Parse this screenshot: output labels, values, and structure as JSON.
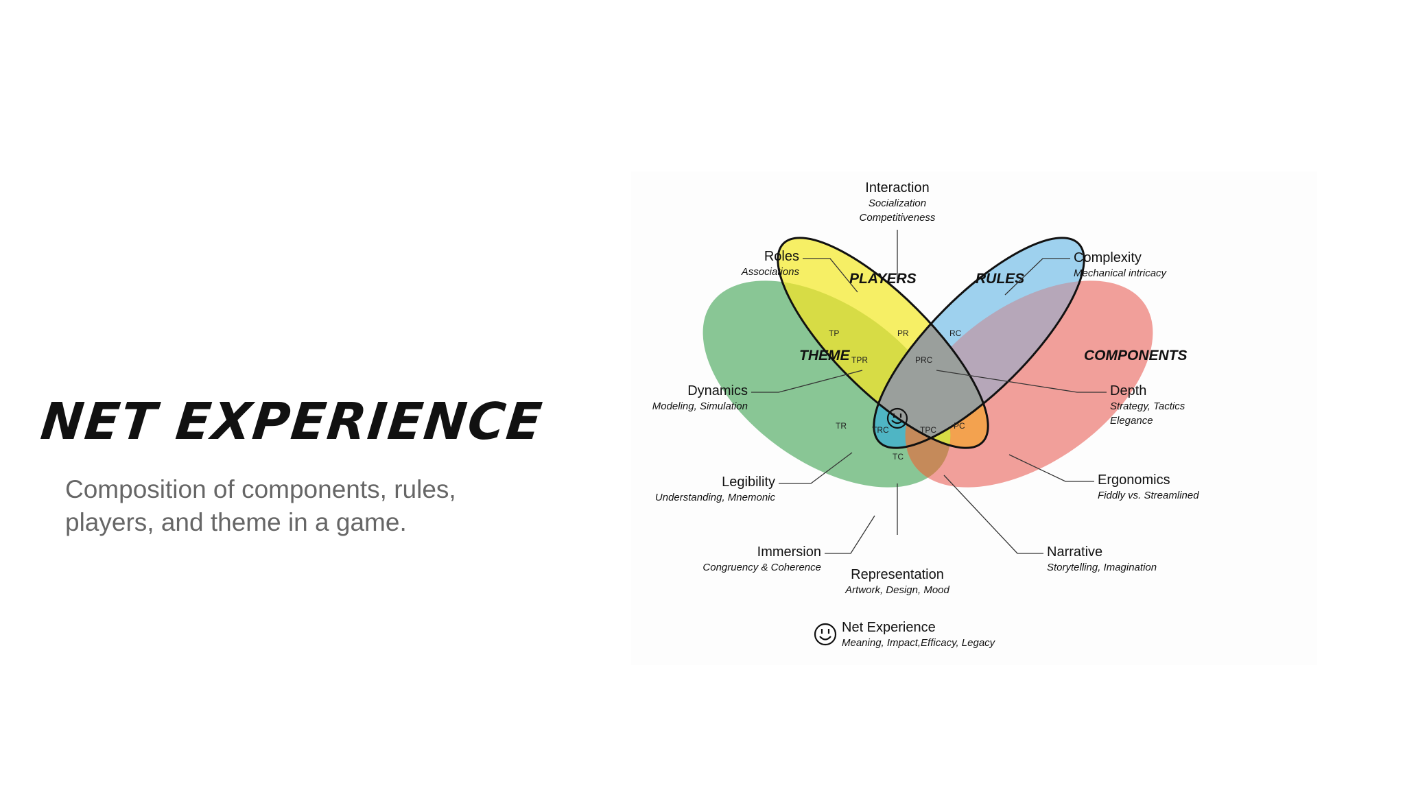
{
  "slide": {
    "title": "NET EXPERIENCE",
    "subtitle": "Composition of components, rules, players, and theme in a game."
  },
  "diagram": {
    "sets": [
      {
        "label": "THEME",
        "color": "#7cc08a"
      },
      {
        "label": "PLAYERS",
        "color": "#f5ec4a"
      },
      {
        "label": "RULES",
        "color": "#86c6ea"
      },
      {
        "label": "COMPONENTS",
        "color": "#ef8e88"
      }
    ],
    "regions": {
      "tp": "TP",
      "pr": "PR",
      "rc": "RC",
      "tpr": "TPR",
      "prc": "PRC",
      "tr": "TR",
      "pc": "PC",
      "trc": "TRC",
      "tpc": "TPC",
      "tc": "TC"
    },
    "callouts": {
      "interaction": {
        "title": "Interaction",
        "sub1": "Socialization",
        "sub2": "Competitiveness"
      },
      "roles": {
        "title": "Roles",
        "sub": "Associations"
      },
      "complexity": {
        "title": "Complexity",
        "sub": "Mechanical intricacy"
      },
      "dynamics": {
        "title": "Dynamics",
        "sub": "Modeling, Simulation"
      },
      "depth": {
        "title": "Depth",
        "sub1": "Strategy, Tactics",
        "sub2": "Elegance"
      },
      "legibility": {
        "title": "Legibility",
        "sub": "Understanding, Mnemonic"
      },
      "ergonomics": {
        "title": "Ergonomics",
        "sub": "Fiddly vs. Streamlined"
      },
      "immersion": {
        "title": "Immersion",
        "sub": "Congruency & Coherence"
      },
      "narrative": {
        "title": "Narrative",
        "sub": "Storytelling, Imagination"
      },
      "representation": {
        "title": "Representation",
        "sub": "Artwork, Design, Mood"
      }
    },
    "legend": {
      "title": "Net Experience",
      "sub": "Meaning, Impact,Efficacy, Legacy"
    }
  }
}
